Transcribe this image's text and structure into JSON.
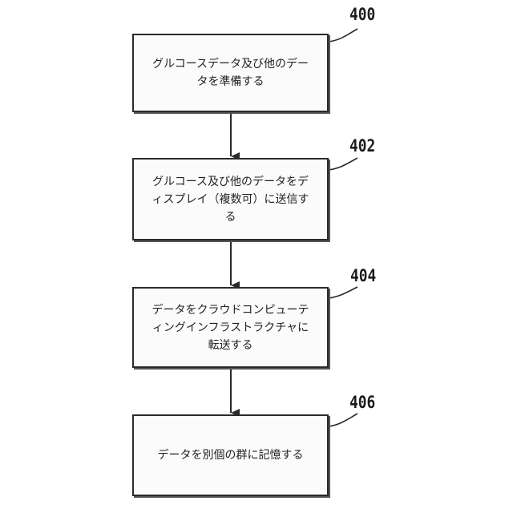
{
  "steps": [
    {
      "ref": "400",
      "text": "グルコースデータ及び他のデー\nタを準備する"
    },
    {
      "ref": "402",
      "text": "グルコース及び他のデータをデ\nィスプレイ（複数可）に送信す\nる"
    },
    {
      "ref": "404",
      "text": "データをクラウドコンピューテ\nィングインフラストラクチャに\n転送する"
    },
    {
      "ref": "406",
      "text": "データを別個の群に記憶する"
    }
  ],
  "colors": {
    "line": "#2a2a2a",
    "text": "#222222",
    "background": "#ffffff"
  }
}
